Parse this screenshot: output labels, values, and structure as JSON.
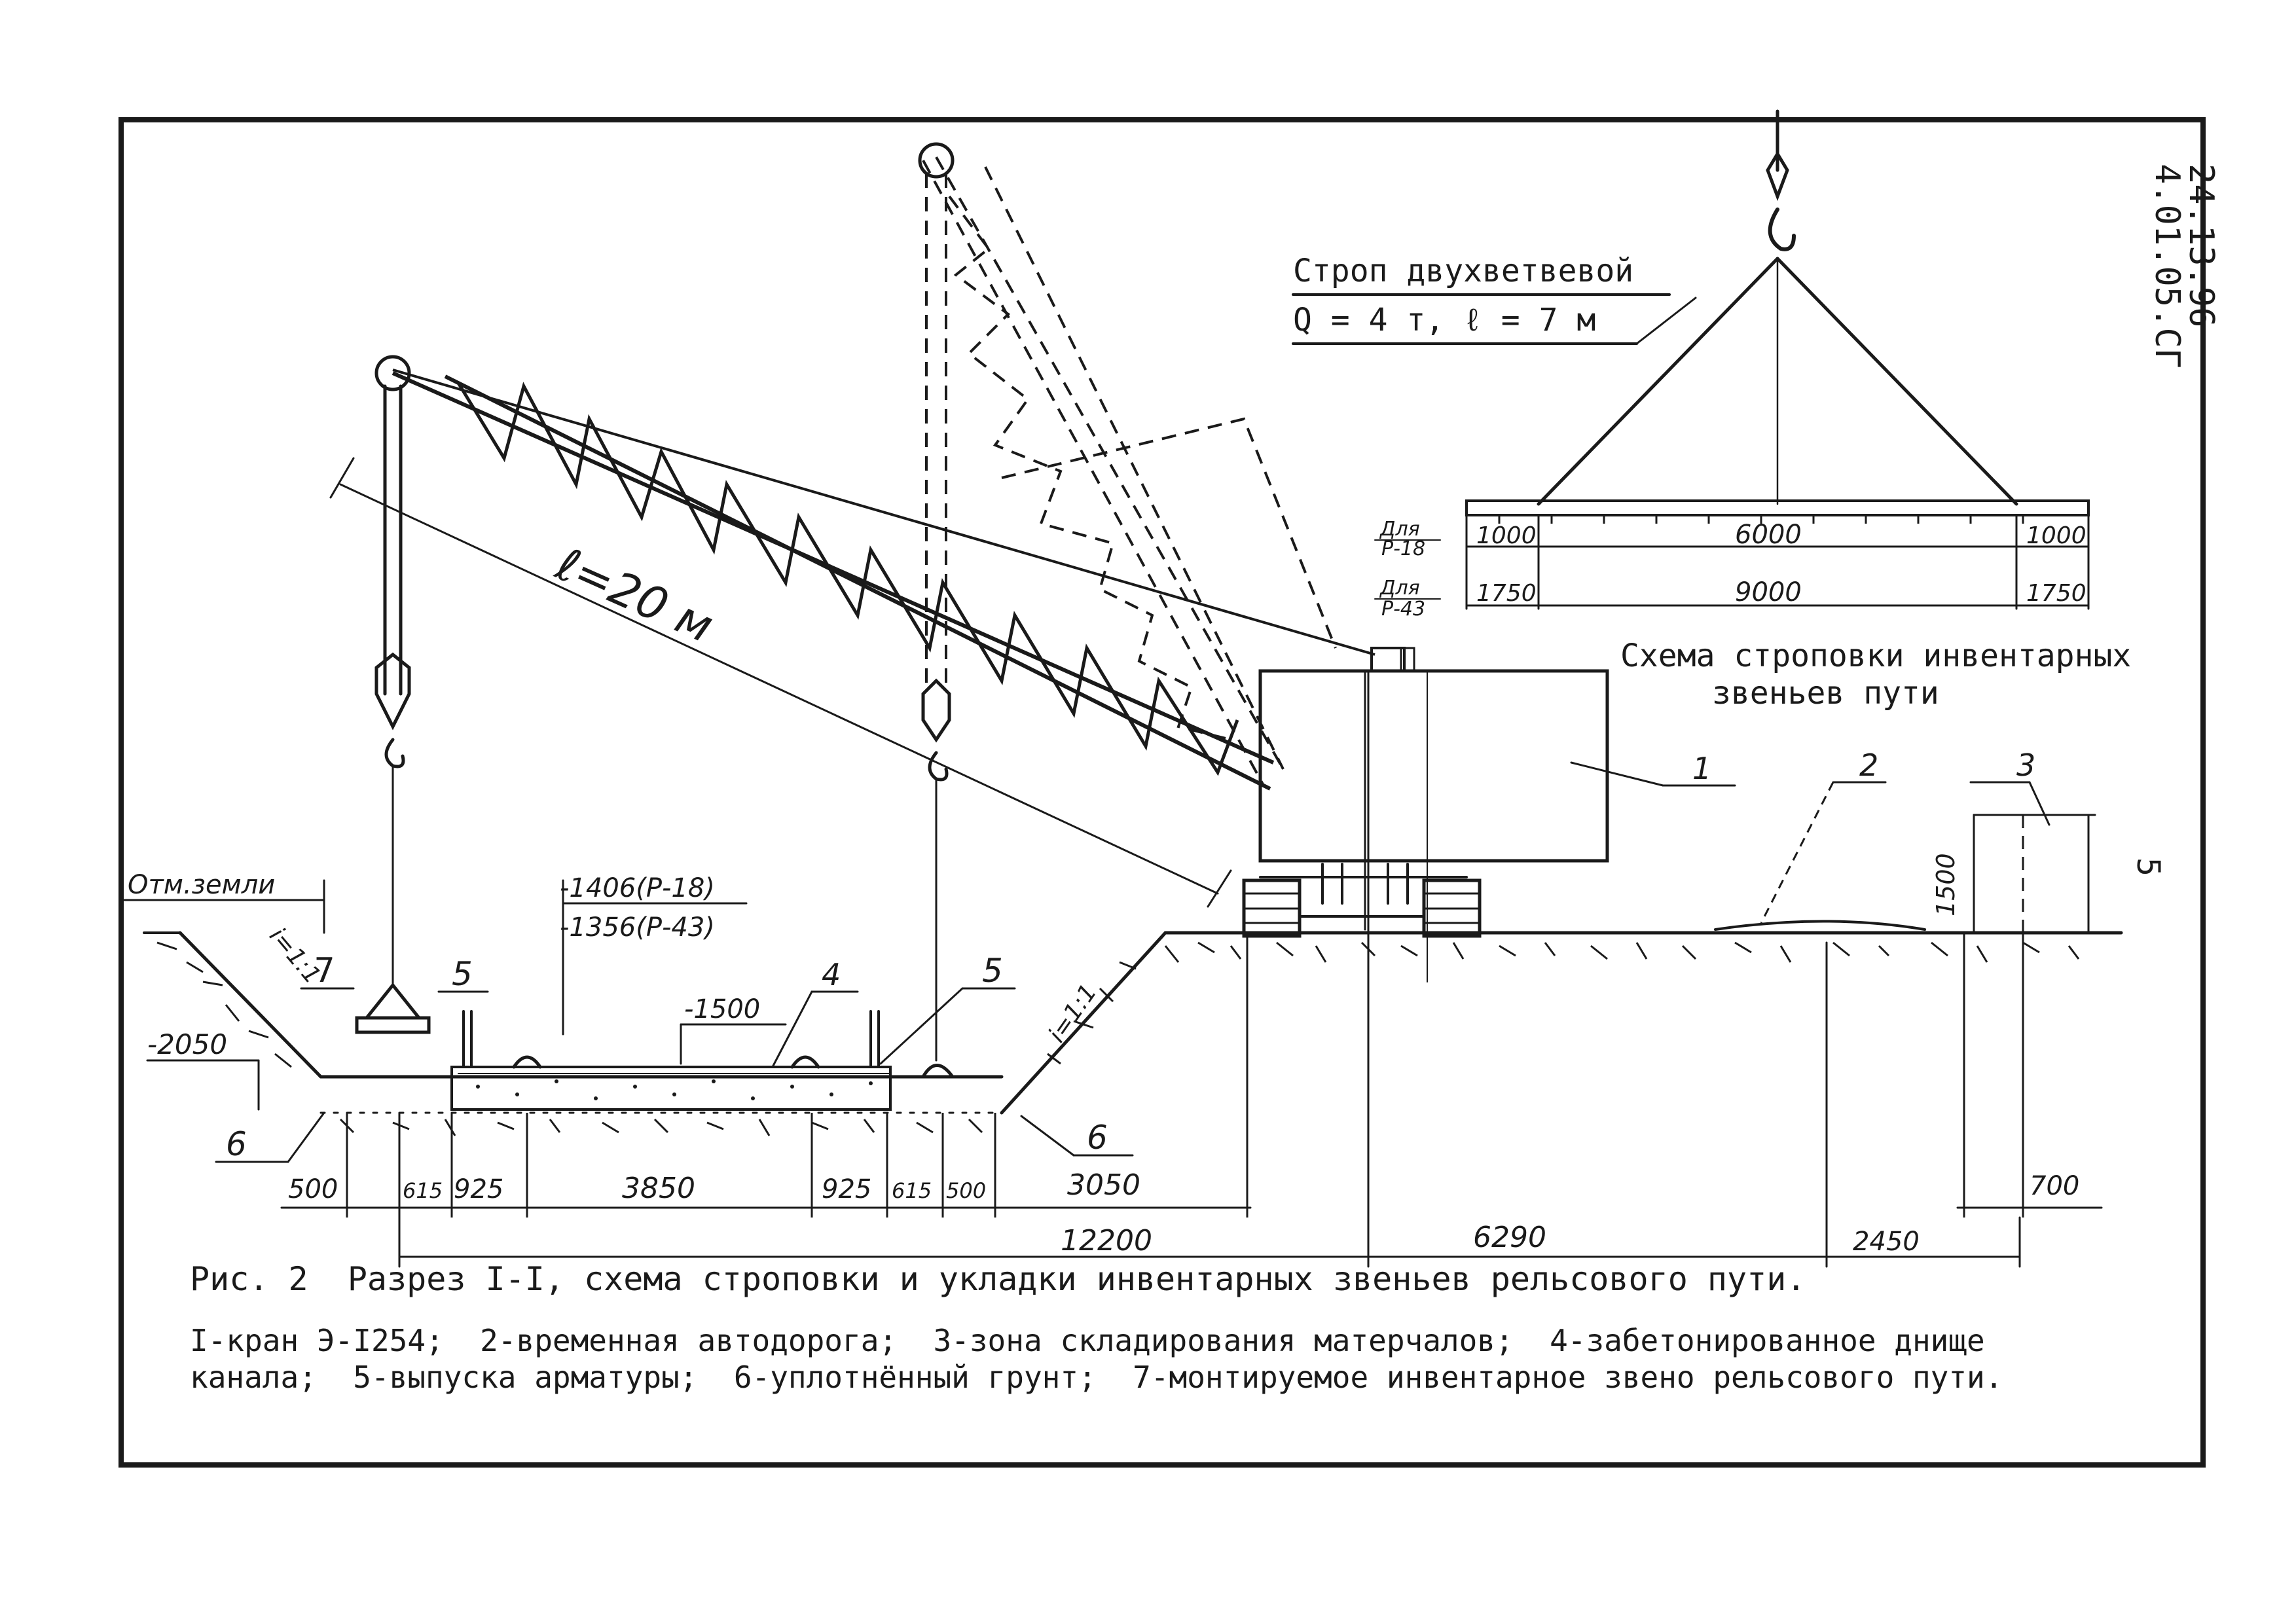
{
  "doc_code": [
    "24.13.96",
    "4.01.05.СГ"
  ],
  "sling": {
    "title": "Строп двухветвевой",
    "spec": "Q = 4 т, ℓ = 7 м",
    "row_labels": [
      [
        "Для",
        "Р-18"
      ],
      [
        "Для",
        "Р-43"
      ]
    ],
    "dims_p18": [
      "1000",
      "6000",
      "1000"
    ],
    "dims_p43": [
      "1750",
      "9000",
      "1750"
    ],
    "scheme_caption": [
      "Схема строповки инвентарных",
      "звеньев пути"
    ]
  },
  "boom_length": "ℓ=20 м",
  "markers": [
    "1",
    "2",
    "3",
    "5",
    "5",
    "5",
    "6",
    "6",
    "7",
    "4"
  ],
  "slope": "i=1:1",
  "elevations": {
    "ground": "Отм.земли",
    "bottom": "-2050",
    "rail_p18": "-1406(Р-18)",
    "rail_p43": "-1356(Р-43)",
    "concrete": "-1500",
    "storage_height": "1500"
  },
  "dims_bottom": [
    "500",
    "615",
    "925",
    "3850",
    "925",
    "615",
    "500",
    "3050",
    "700"
  ],
  "dims_overall": [
    "12200",
    "6290",
    "2450"
  ],
  "caption": "Рис. 2  Разрез I-I, схема строповки и укладки инвентарных звеньев рельсового пути.",
  "legend": "I-кран Э-I254;  2-временная автодорога;  3-зона складирования матерчалов;  4-забетонированное днище канала;  5-выпуска арматуры;  6-уплотнённый грунт;  7-монтируемое инвентарное звено рельсового пути."
}
